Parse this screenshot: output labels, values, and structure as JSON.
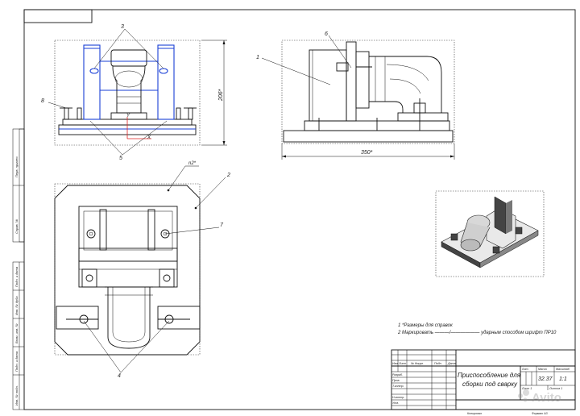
{
  "callouts": {
    "c1": "1",
    "c2": "2",
    "c3": "3",
    "c4": "4",
    "c5": "5",
    "c6": "6",
    "c7": "7",
    "c8": "8"
  },
  "dimensions": {
    "height_206": "206*",
    "width_350": "350*"
  },
  "surface_mark": "n2*",
  "axis_y": "Y",
  "axis_x": "X",
  "notes": {
    "line1": "1 *Размеры для справок",
    "line2": "2 Маркировать  ———/——————  ударным способом шрифт ПР10"
  },
  "title_block": {
    "name_line1": "Приспособление для",
    "name_line2": "сборки под сварку",
    "mass": "32.37",
    "scale": "1:1",
    "sheet_label": "Лист 1",
    "sheets_label": "Листов 1",
    "header_izm": "Изм",
    "header_list": "Лист",
    "header_doc": "№ докум.",
    "header_sign": "Подп.",
    "header_date": "Дата",
    "header_lit": "Лит.",
    "header_massa": "Масса",
    "header_masht": "Масштаб",
    "row_razrab": "Разраб.",
    "row_prov": "Пров.",
    "row_tkontr": "Т.контр.",
    "row_nkontr": "Н.контр.",
    "row_utv": "Утв.",
    "copied": "Копировал",
    "format": "Формат   A3"
  },
  "margin_labels": {
    "perv_primen": "Перв. примен.",
    "sprav": "Справ. №",
    "podp_data1": "Подп. и дата",
    "inv_dubl": "Инв. № дубл.",
    "vzam_inv": "Взам. инв. №",
    "podp_data2": "Подп. и дата",
    "inv_podl": "Инв. № подл."
  },
  "watermark": "Avito"
}
